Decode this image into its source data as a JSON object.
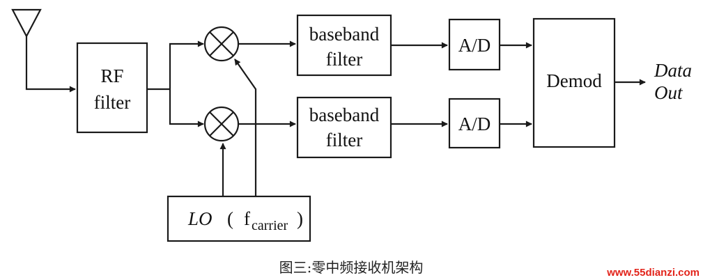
{
  "blocks": {
    "rf_filter": [
      "RF",
      "filter"
    ],
    "baseband_top": [
      "baseband",
      "filter"
    ],
    "baseband_bottom": [
      "baseband",
      "filter"
    ],
    "adc_top": "A/D",
    "adc_bottom": "A/D",
    "demod": "Demod",
    "lo": {
      "main": "LO",
      "paren_open": "(",
      "f": "f",
      "sub": "carrier",
      "paren_close": ")"
    }
  },
  "output": [
    "Data",
    "Out"
  ],
  "caption": "图三:零中频接收机架构",
  "watermark": "www.55dianzi.com",
  "colors": {
    "line": "#1a1a1a",
    "watermark": "#e2231a"
  }
}
